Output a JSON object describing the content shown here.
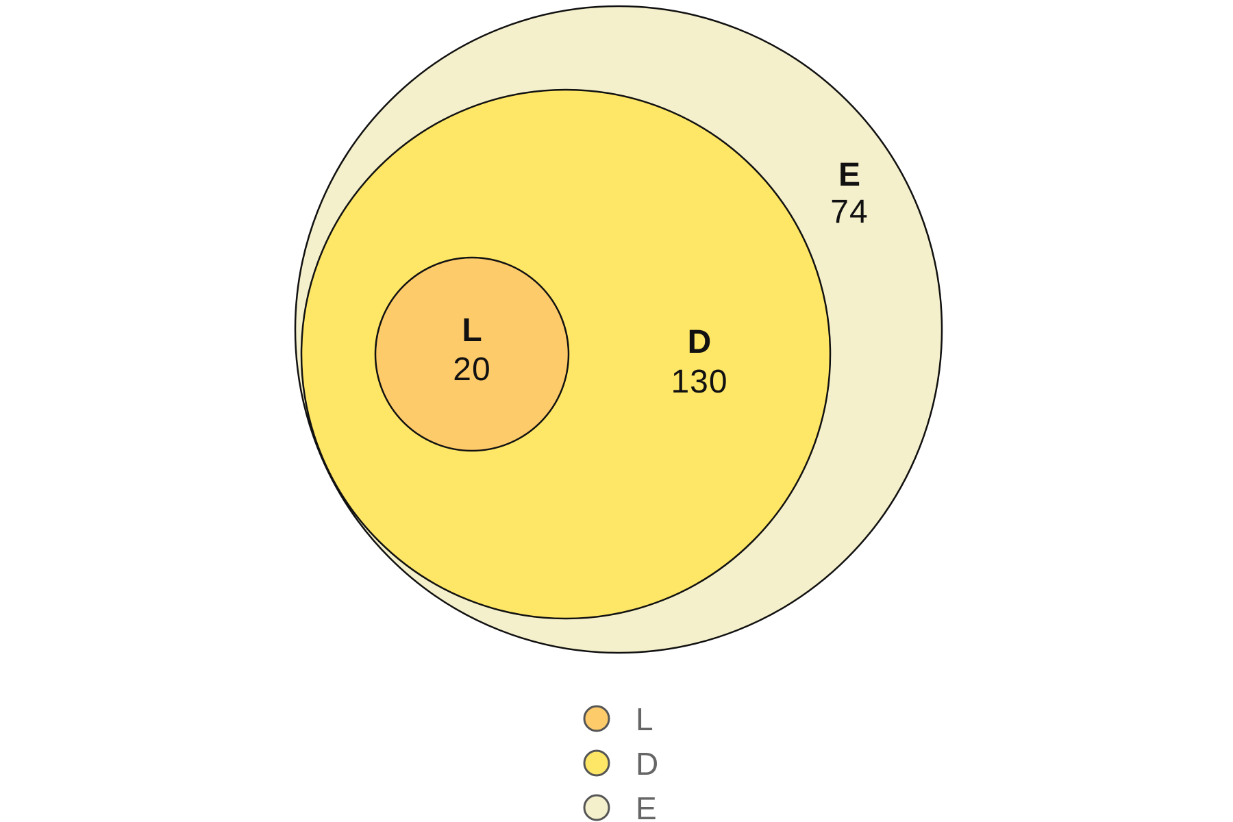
{
  "diagram": {
    "type": "euler",
    "sets": [
      {
        "name": "E",
        "count": "74",
        "color": "#F5F0CC"
      },
      {
        "name": "D",
        "count": "130",
        "color": "#FEE666"
      },
      {
        "name": "L",
        "count": "20",
        "color": "#FECB6A"
      }
    ],
    "containment": "L inside D inside E"
  },
  "legend": {
    "items": [
      {
        "label": "L",
        "color": "#FECB6A"
      },
      {
        "label": "D",
        "color": "#FEE666"
      },
      {
        "label": "E",
        "color": "#F5F0CC"
      }
    ]
  }
}
